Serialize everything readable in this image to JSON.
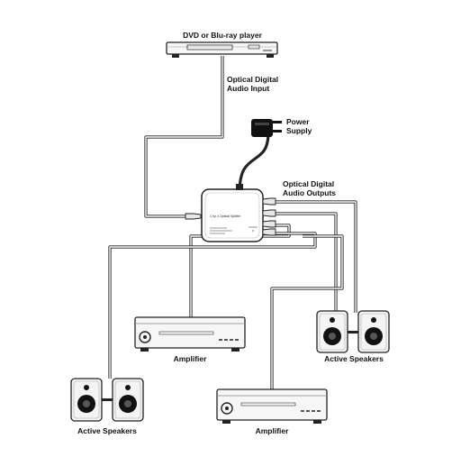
{
  "labels": {
    "source": "DVD or Blu-ray player",
    "optical_input": [
      "Optical Digital",
      "Audio Input"
    ],
    "power": [
      "Power",
      "Supply"
    ],
    "optical_outputs": [
      "Optical Digital",
      "Audio Outputs"
    ],
    "amplifier_left": "Amplifier",
    "amplifier_right": "Amplifier",
    "speakers_left": "Active Speakers",
    "speakers_right": "Active Speakers"
  },
  "splitter": {
    "name": "1 by 4 Optical Splitter"
  }
}
